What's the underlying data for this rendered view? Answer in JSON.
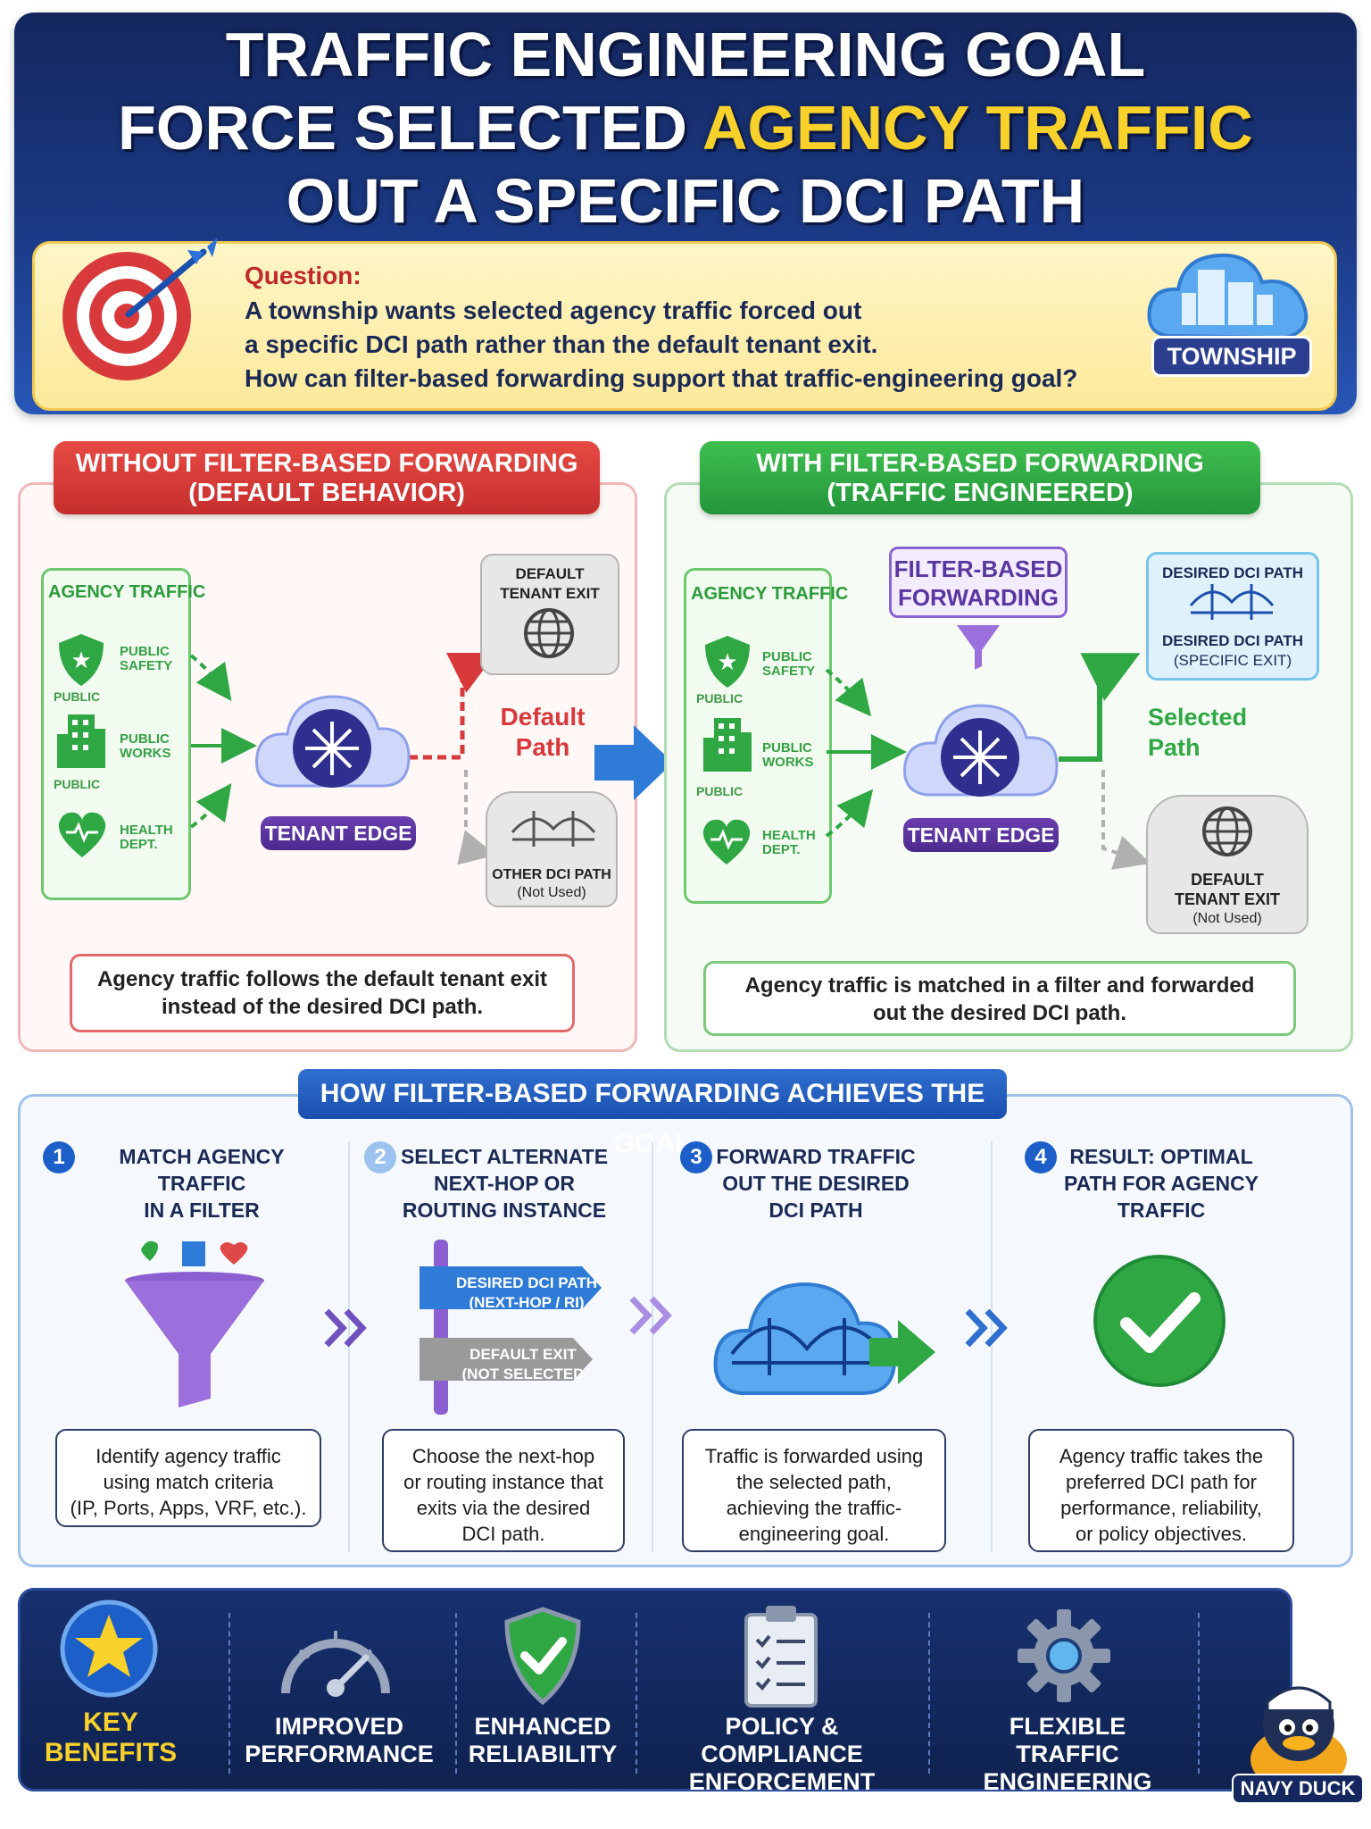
{
  "header": {
    "title_line1": "TRAFFIC ENGINEERING GOAL",
    "title_line2_a": "FORCE SELECTED ",
    "title_line2_b": "AGENCY TRAFFIC",
    "title_line3": "OUT A SPECIFIC DCI PATH"
  },
  "question": {
    "label": "Question:",
    "lines": [
      "A township wants selected agency traffic forced out",
      "a specific DCI path rather than the default tenant exit.",
      "How can filter-based forwarding support that traffic-engineering goal?"
    ],
    "badge": "TOWNSHIP"
  },
  "without": {
    "banner_line1": "WITHOUT FILTER-BASED FORWARDING",
    "banner_line2": "(DEFAULT BEHAVIOR)",
    "agency_title": "AGENCY TRAFFIC",
    "depts": [
      "PUBLIC SAFETY",
      "PUBLIC WORKS",
      "HEALTH DEPT."
    ],
    "public_labels": [
      "PUBLIC",
      "PUBLIC"
    ],
    "tenant_edge": "TENANT EDGE",
    "default_exit_line1": "DEFAULT",
    "default_exit_line2": "TENANT EXIT",
    "default_path_line1": "Default",
    "default_path_line2": "Path",
    "other_dci_line1": "OTHER DCI PATH",
    "other_dci_line2": "(Not Used)",
    "note_line1": "Agency traffic follows the default tenant exit",
    "note_line2": "instead of the desired DCI path."
  },
  "with": {
    "banner_line1": "WITH FILTER-BASED FORWARDING",
    "banner_line2": "(TRAFFIC ENGINEERED)",
    "agency_title": "AGENCY TRAFFIC",
    "depts": [
      "PUBLIC SAFETY",
      "PUBLIC WORKS",
      "HEALTH DEPT."
    ],
    "public_labels": [
      "PUBLIC",
      "PUBLIC"
    ],
    "fbf_line1": "FILTER-BASED",
    "fbf_line2": "FORWARDING",
    "tenant_edge": "TENANT EDGE",
    "desired_title": "DESIRED DCI PATH",
    "desired_line1": "DESIRED DCI PATH",
    "desired_line2": "(SPECIFIC EXIT)",
    "selected_line1": "Selected",
    "selected_line2": "Path",
    "default_exit_line1": "DEFAULT",
    "default_exit_line2": "TENANT EXIT",
    "default_exit_line3": "(Not Used)",
    "note_line1": "Agency traffic is matched in a filter and forwarded",
    "note_line2": "out the desired DCI path."
  },
  "how": {
    "banner": "HOW FILTER-BASED FORWARDING ACHIEVES THE GOAL",
    "steps": [
      {
        "num": "1",
        "title": [
          "MATCH AGENCY TRAFFIC",
          "IN A FILTER"
        ],
        "desc": [
          "Identify agency traffic",
          "using match criteria",
          "(IP, Ports, Apps, VRF, etc.)."
        ]
      },
      {
        "num": "2",
        "title": [
          "SELECT ALTERNATE",
          "NEXT-HOP OR",
          "ROUTING INSTANCE"
        ],
        "desc": [
          "Choose the next-hop",
          "or routing instance that",
          "exits via the desired",
          "DCI path."
        ]
      },
      {
        "num": "3",
        "title": [
          "FORWARD TRAFFIC",
          "OUT THE DESIRED",
          "DCI PATH"
        ],
        "desc": [
          "Traffic is forwarded using",
          "the selected path,",
          "achieving the traffic-",
          "engineering goal."
        ]
      },
      {
        "num": "4",
        "title": [
          "RESULT: OPTIMAL",
          "PATH FOR AGENCY",
          "TRAFFIC"
        ],
        "desc": [
          "Agency traffic takes the",
          "preferred DCI path for",
          "performance, reliability,",
          "or policy objectives."
        ]
      }
    ],
    "sign_top_line1": "DESIRED DCI PATH",
    "sign_top_line2": "(NEXT-HOP / RI)",
    "sign_bottom_line1": "DEFAULT EXIT",
    "sign_bottom_line2": "(NOT SELECTED"
  },
  "benefits": {
    "title": "KEY BENEFITS",
    "items": [
      {
        "line1": "IMPROVED",
        "line2": "PERFORMANCE",
        "icon": "gauge-icon"
      },
      {
        "line1": "ENHANCED",
        "line2": "RELIABILITY",
        "icon": "shield-check-icon"
      },
      {
        "line1": "POLICY & COMPLIANCE",
        "line2": "ENFORCEMENT",
        "icon": "clipboard-icon"
      },
      {
        "line1": "FLEXIBLE TRAFFIC",
        "line2": "ENGINEERING",
        "icon": "gear-icon"
      }
    ],
    "mascot": "NAVY DUCK"
  },
  "colors": {
    "navy": "#14275e",
    "red": "#d8393a",
    "green": "#2fa844",
    "purple": "#5a36a0",
    "yellow": "#f8d12a"
  }
}
